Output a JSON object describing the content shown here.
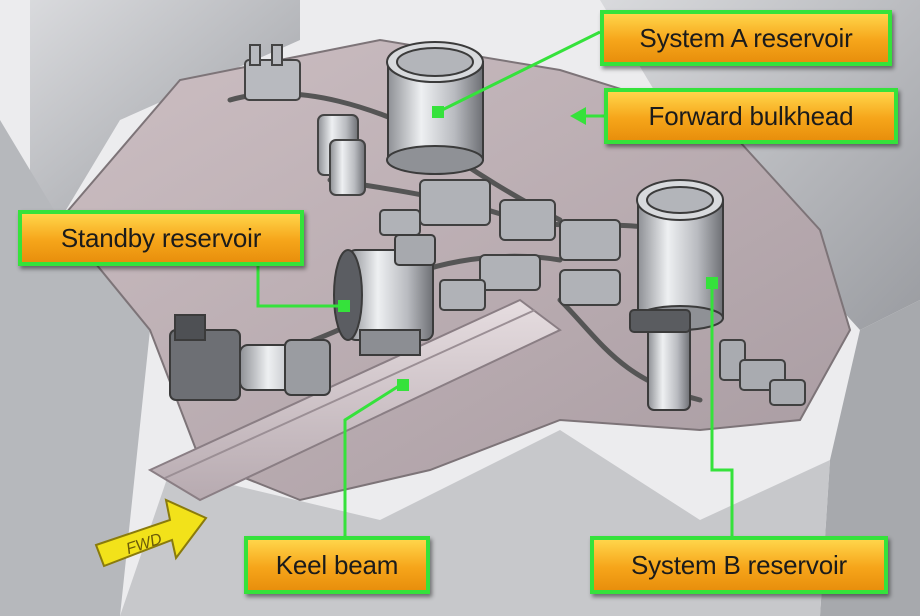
{
  "labels": {
    "system_a_reservoir": "System A reservoir",
    "forward_bulkhead": "Forward bulkhead",
    "standby_reservoir": "Standby reservoir",
    "keel_beam": "Keel beam",
    "system_b_reservoir": "System B reservoir",
    "fwd_arrow": "FWD"
  },
  "colors": {
    "callout_border": "#35e23b",
    "callout_fill_top": "#ffd54a",
    "callout_fill_bottom": "#e88f0c",
    "leader_line": "#35e23b",
    "fwd_arrow_fill": "#f2e21a"
  }
}
